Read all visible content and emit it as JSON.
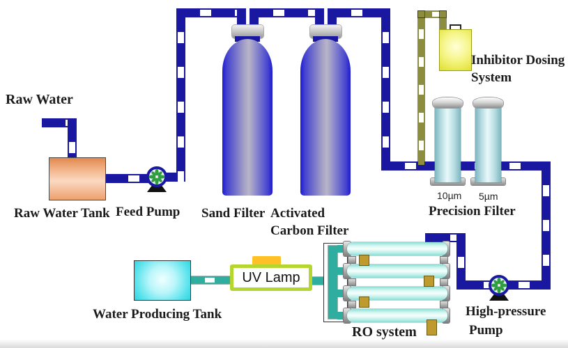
{
  "labels": {
    "raw_water": "Raw Water",
    "raw_water_tank": "Raw Water Tank",
    "feed_pump": "Feed Pump",
    "sand_filter": "Sand Filter",
    "activated_line1": "Activated",
    "activated_line2": "Carbon Filter",
    "inhibitor_line1": "Inhibitor Dosing",
    "inhibitor_line2": "System",
    "micron_10": "10µm",
    "micron_5": "5µm",
    "precision_filter": "Precision Filter",
    "uv_lamp": "UV Lamp",
    "water_producing_tank": "Water Producing Tank",
    "ro_system": "RO system",
    "high_pressure_line1": "High-pressure",
    "high_pressure_line2": "Pump"
  },
  "colors": {
    "pipe_navy": "#1a18a0",
    "pipe_teal": "#2fae9f",
    "pipe_olive": "#8c8d3f",
    "port_tan": "#bf9a2e",
    "filter_blue": "#1d1bd2",
    "tank_orange": "#e1894f",
    "inhibitor_yellow": "#e0e02e",
    "cyan_tank": "#2fd4e0",
    "uv_border": "#b5d62e",
    "uv_tab": "#ffc125",
    "pump_green": "#2f9e3e"
  }
}
